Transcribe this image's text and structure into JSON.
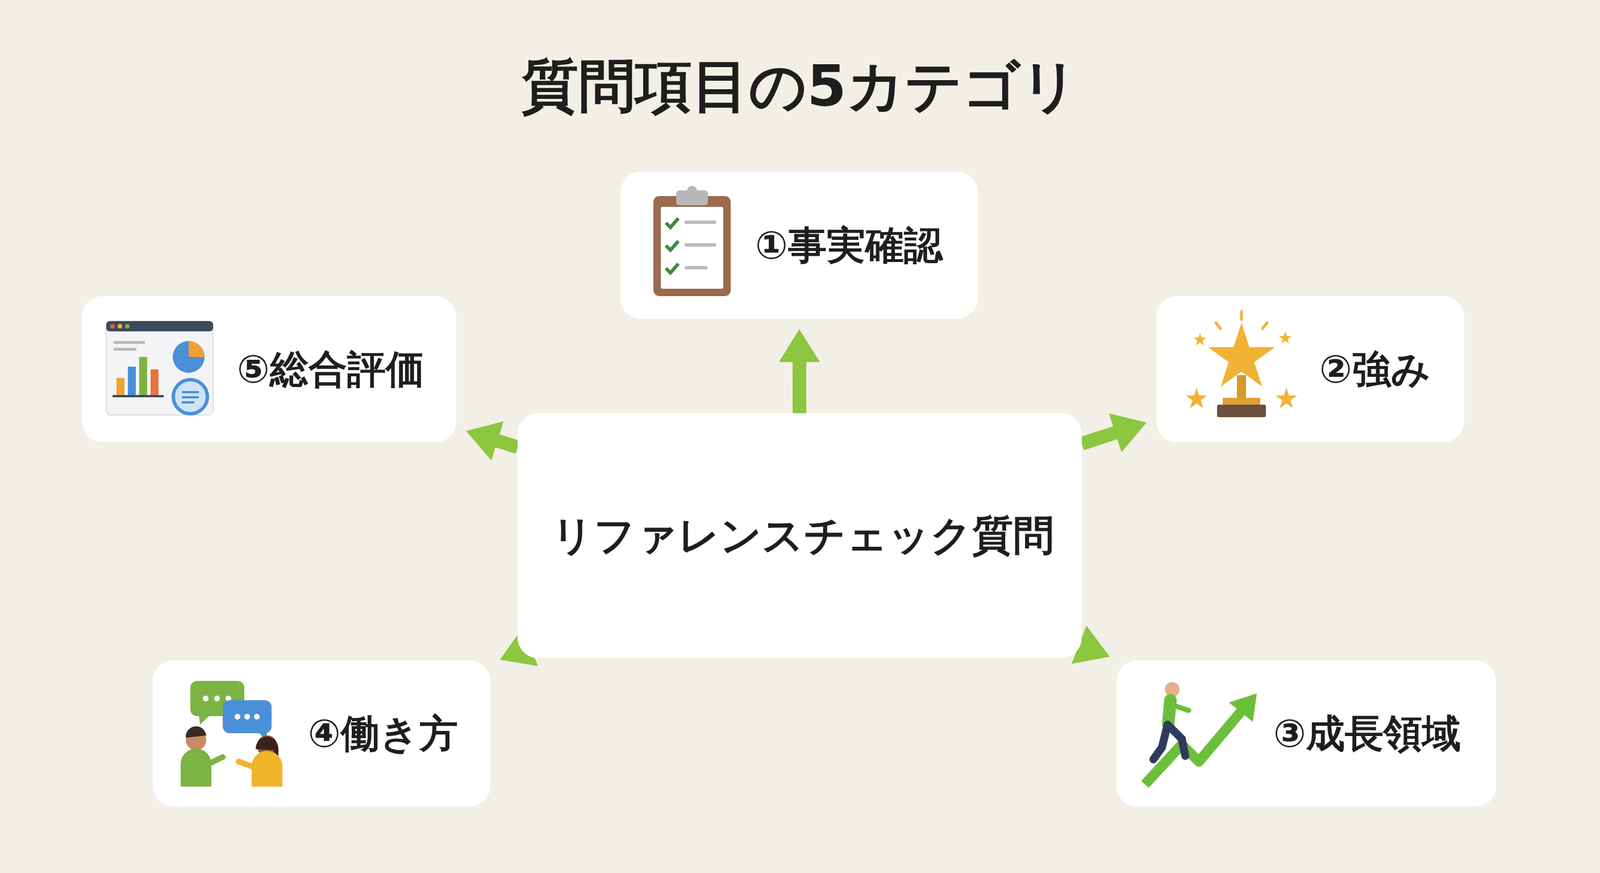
{
  "diagram": {
    "title": "質問項目の5カテゴリ",
    "nodes": [
      {
        "text": [
          "リファレンスチェック質問"
        ]
      },
      {
        "text": [
          "①事実確認"
        ]
      },
      {
        "text": [
          "②強み"
        ]
      },
      {
        "text": [
          "③成長領域"
        ]
      },
      {
        "text": [
          "④働き方"
        ]
      },
      {
        "text": [
          "⑤総合評価"
        ]
      }
    ],
    "edges": [
      {
        "from": 0,
        "to": 1,
        "arrow": "to"
      },
      {
        "from": 0,
        "to": 2,
        "arrow": "to"
      },
      {
        "from": 0,
        "to": 3,
        "arrow": "to"
      },
      {
        "from": 0,
        "to": 4,
        "arrow": "to"
      },
      {
        "from": 0,
        "to": 5,
        "arrow": "to"
      }
    ]
  }
}
